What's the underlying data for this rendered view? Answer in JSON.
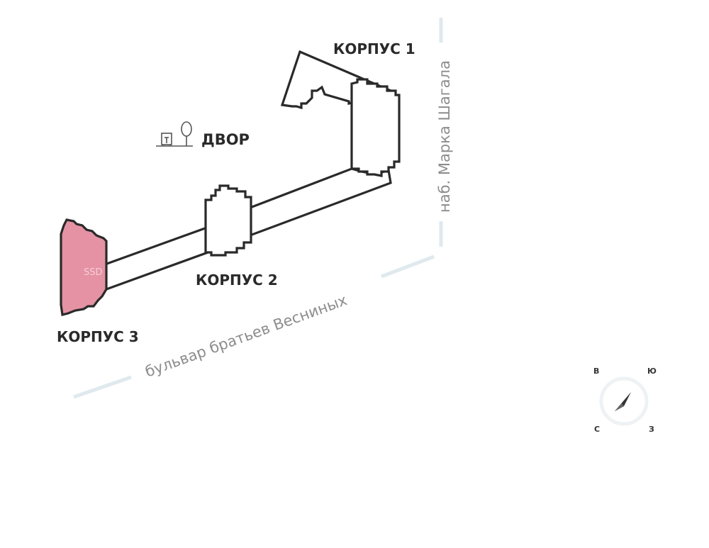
{
  "buildings": [
    {
      "id": "1",
      "label": "КОРПУС 1",
      "highlighted": false
    },
    {
      "id": "2",
      "label": "КОРПУС 2",
      "highlighted": false
    },
    {
      "id": "3",
      "label": "КОРПУС 3",
      "highlighted": true
    }
  ],
  "yard": {
    "label": "ДВОР",
    "icon": "bench-tree-icon"
  },
  "streets": {
    "embankment": "наб. Марка Шагала",
    "boulevard": "бульвар братьев Весниных"
  },
  "compass": {
    "top_left": "В",
    "top_right": "Ю",
    "bottom_left": "С",
    "bottom_right": "З",
    "icon": "compass-arrow-icon"
  },
  "watermark": "SSD",
  "colors": {
    "highlight": "#e592a4",
    "outline": "#2a2a2a",
    "street_line": "#dfe9ee",
    "street_text": "#8d8d8d"
  }
}
